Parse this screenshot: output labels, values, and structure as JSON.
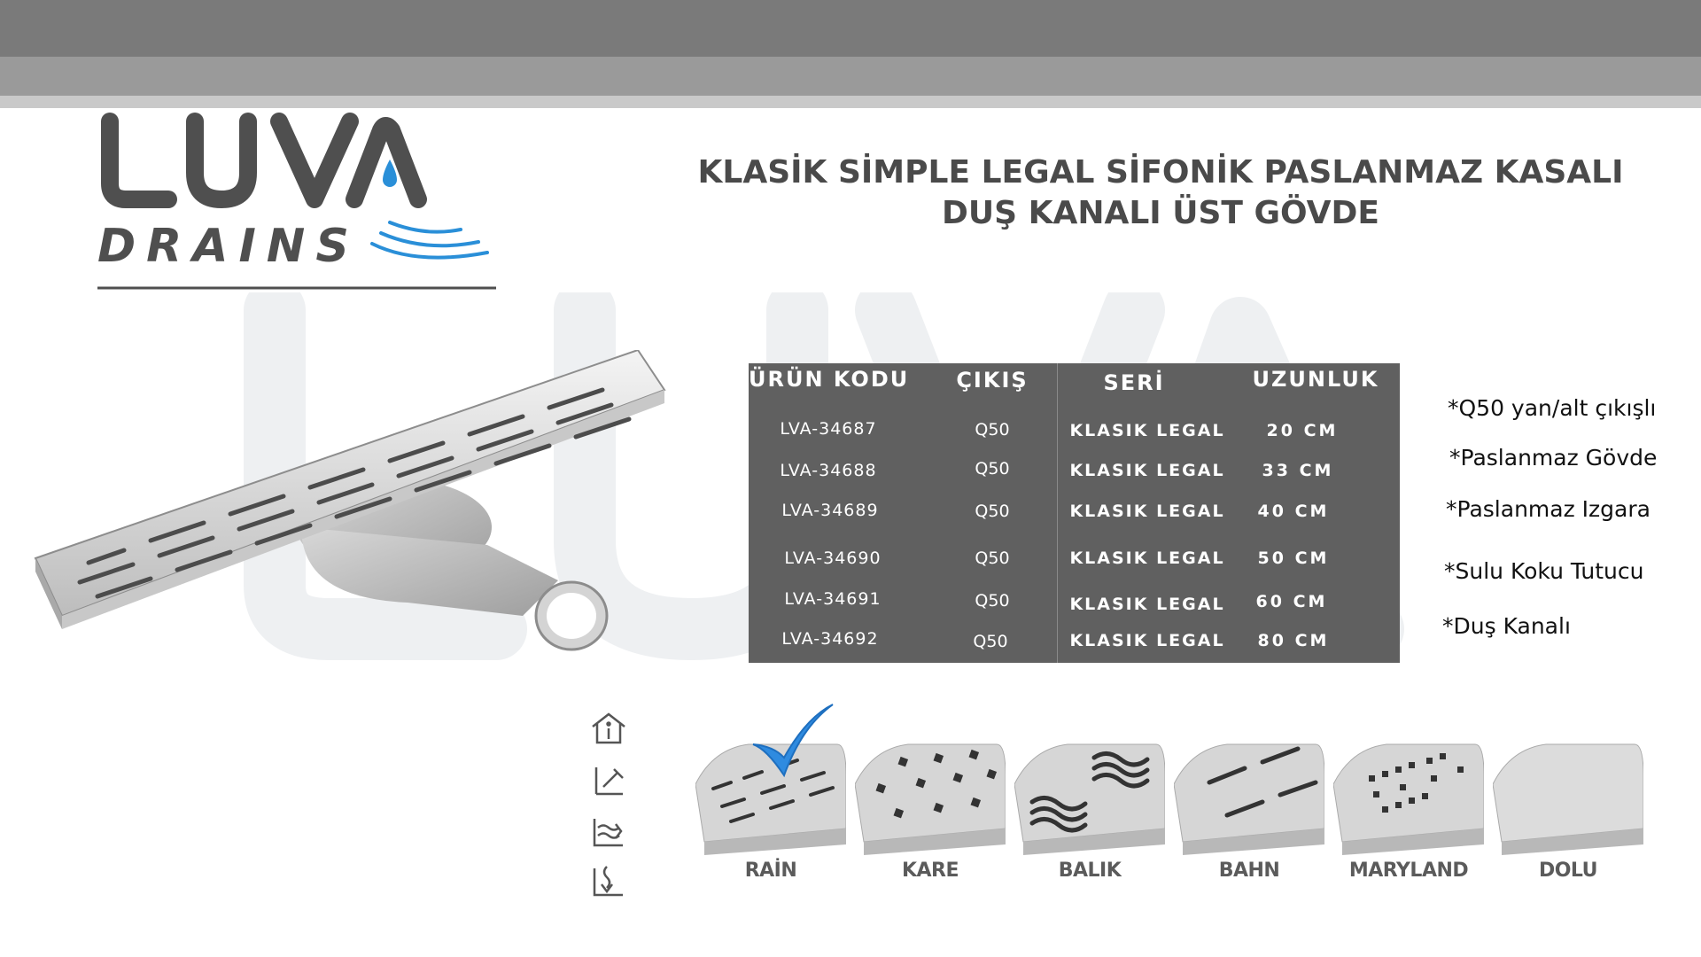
{
  "brand": {
    "name": "LUVA",
    "subtitle": "DRAINS"
  },
  "title": {
    "line1": "KLASİK SİMPLE LEGAL SİFONİK PASLANMAZ KASALI",
    "line2": "DUŞ KANALI ÜST GÖVDE"
  },
  "table": {
    "headers": {
      "code": "ÜRÜN KODU",
      "outlet": "ÇIKIŞ",
      "series": "SERİ",
      "length": "UZUNLUK"
    },
    "rows": [
      {
        "code": "LVA-34687",
        "outlet": "Q50",
        "series": "KLASIK LEGAL",
        "length": "20 CM"
      },
      {
        "code": "LVA-34688",
        "outlet": "Q50",
        "series": "KLASIK LEGAL",
        "length": "33 CM"
      },
      {
        "code": "LVA-34689",
        "outlet": "Q50",
        "series": "KLASIK LEGAL",
        "length": "40 CM"
      },
      {
        "code": "LVA-34690",
        "outlet": "Q50",
        "series": "KLASIK LEGAL",
        "length": "50 CM"
      },
      {
        "code": "LVA-34691",
        "outlet": "Q50",
        "series": "KLASIK LEGAL",
        "length": "60 CM"
      },
      {
        "code": "LVA-34692",
        "outlet": "Q50",
        "series": "KLASIK LEGAL",
        "length": "80 CM"
      }
    ]
  },
  "features": [
    "*Q50 yan/alt çıkışlı",
    "*Paslanmaz Gövde",
    "*Paslanmaz Izgara",
    "*Sulu Koku Tutucu",
    "*Duş Kanalı"
  ],
  "side_icons": [
    "house-info-icon",
    "shower-head-icon",
    "water-flow-icon",
    "odor-trap-icon"
  ],
  "grates": [
    {
      "label": "RAİN",
      "selected": true
    },
    {
      "label": "KARE",
      "selected": false
    },
    {
      "label": "BALIK",
      "selected": false
    },
    {
      "label": "BAHN",
      "selected": false
    },
    {
      "label": "MARYLAND",
      "selected": false
    },
    {
      "label": "DOLU",
      "selected": false
    }
  ],
  "colors": {
    "logo_gray": "#4f4f4f",
    "logo_blue": "#2a8fd8",
    "table_bg": "#606060",
    "title": "#4a4a4a",
    "check_blue": "#2f8be0"
  }
}
